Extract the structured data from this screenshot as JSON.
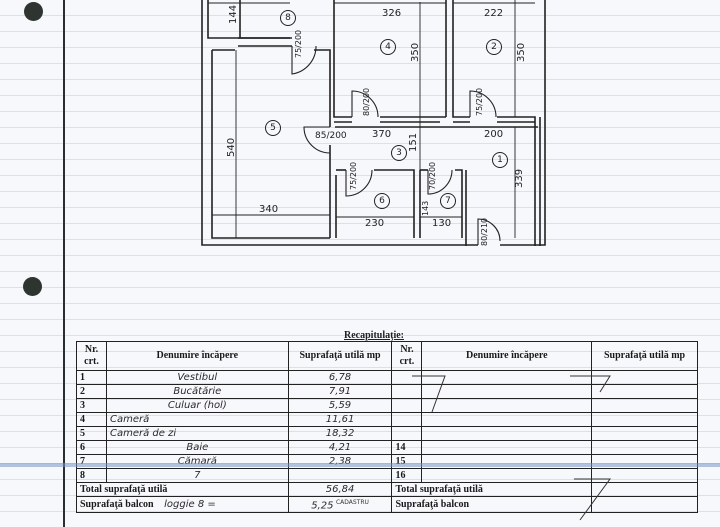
{
  "floor_plan": {
    "dimensions": {
      "d144": "144",
      "d326": "326",
      "d222": "222",
      "d350_room4": "350",
      "d350_room2": "350",
      "d540": "540",
      "d370": "370",
      "d151": "151",
      "d200": "200",
      "d339": "339",
      "d340": "340",
      "d230": "230",
      "d130": "130",
      "d143": "143"
    },
    "doors": {
      "door_8": "75/200",
      "door_4": "80/200",
      "door_2": "75/200",
      "door_5": "85/200",
      "door_6": "75/200",
      "door_7": "70/200",
      "door_entry": "80/210"
    },
    "room_numbers": [
      "1",
      "2",
      "3",
      "4",
      "5",
      "6",
      "7",
      "8"
    ]
  },
  "recap": {
    "title": "Recapitulaţie:",
    "headers": {
      "nr": "Nr. crt.",
      "name": "Denumire încăpere",
      "area": "Suprafaţă utilă mp"
    },
    "left_rows": [
      {
        "nr": "1",
        "name": "Vestibul",
        "area": "6,78"
      },
      {
        "nr": "2",
        "name": "Bucătărie",
        "area": "7,91"
      },
      {
        "nr": "3",
        "name": "Culuar (hol)",
        "area": "5,59"
      },
      {
        "nr": "4",
        "name": "Cameră",
        "area": "11,61"
      },
      {
        "nr": "5",
        "name": "Cameră de zi",
        "area": "18,32"
      },
      {
        "nr": "6",
        "name": "Baie",
        "area": "4,21"
      },
      {
        "nr": "7",
        "name": "Cămară",
        "area": "2,38"
      },
      {
        "nr": "8",
        "name": "7",
        "area": ""
      }
    ],
    "right_rows": [
      {
        "nr": "",
        "name": "",
        "area": ""
      },
      {
        "nr": "",
        "name": "",
        "area": ""
      },
      {
        "nr": "",
        "name": "",
        "area": ""
      },
      {
        "nr": "",
        "name": "",
        "area": ""
      },
      {
        "nr": "",
        "name": "",
        "area": ""
      },
      {
        "nr": "14",
        "name": "",
        "area": ""
      },
      {
        "nr": "15",
        "name": "",
        "area": ""
      },
      {
        "nr": "16",
        "name": "",
        "area": ""
      }
    ],
    "total_label": "Total suprafaţă utilă",
    "total_left": "56,84",
    "total_right": "",
    "balcony_label": "Suprafaţă balcon",
    "balcony_note": "loggie 8 =",
    "balcony_left": "5,25",
    "balcony_right": "",
    "stamp_text": "CADASTRU"
  }
}
